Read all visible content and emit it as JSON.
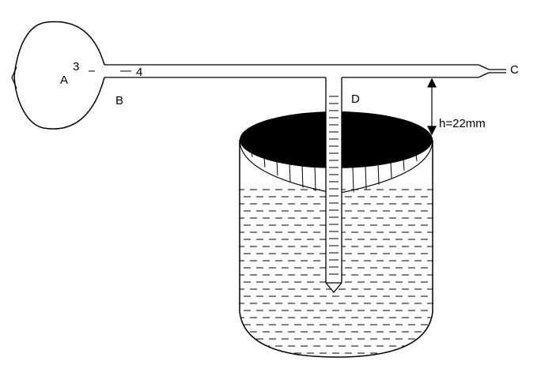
{
  "labels": {
    "a": "A",
    "three": "3",
    "four": "4",
    "b": "B",
    "c": "C",
    "d": "D",
    "height": "h=22mm"
  },
  "colors": {
    "stroke": "#000000",
    "background": "#ffffff"
  }
}
